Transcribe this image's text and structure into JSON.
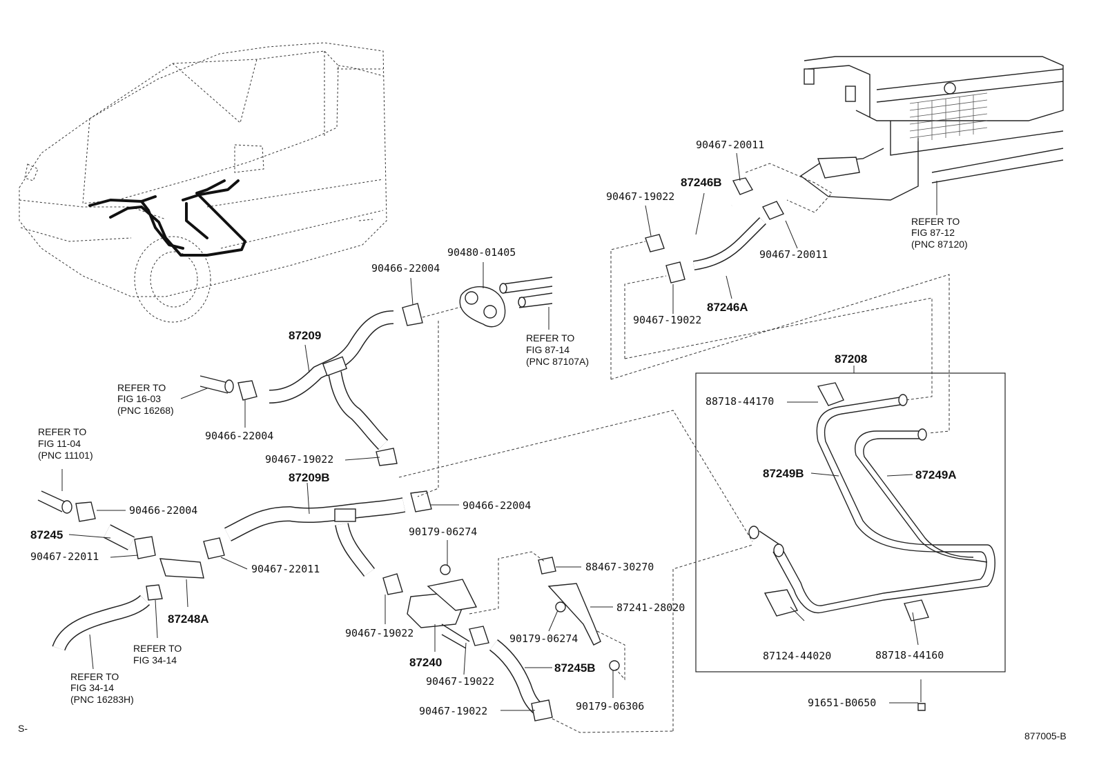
{
  "parts": {
    "p_90467_20011_a": "90467-20011",
    "p_87246B": "87246B",
    "p_90467_19022_a": "90467-19022",
    "p_90467_20011_b": "90467-20011",
    "p_90467_19022_b": "90467-19022",
    "p_87246A": "87246A",
    "p_90480_01405": "90480-01405",
    "p_90466_22004_a": "90466-22004",
    "p_87209": "87209",
    "p_90466_22004_b": "90466-22004",
    "p_90467_19022_c": "90467-19022",
    "p_87209B": "87209B",
    "p_90466_22004_c": "90466-22004",
    "p_90466_22004_d": "90466-22004",
    "p_87245": "87245",
    "p_90467_22011_a": "90467-22011",
    "p_90467_22011_b": "90467-22011",
    "p_87248A": "87248A",
    "p_90179_06274_a": "90179-06274",
    "p_90467_19022_d": "90467-19022",
    "p_87240": "87240",
    "p_90467_19022_e": "90467-19022",
    "p_87245B": "87245B",
    "p_90467_19022_f": "90467-19022",
    "p_88467_30270": "88467-30270",
    "p_87241_28020": "87241-28020",
    "p_90179_06274_b": "90179-06274",
    "p_90179_06306": "90179-06306",
    "p_87208": "87208",
    "p_88718_44170": "88718-44170",
    "p_87249B": "87249B",
    "p_87249A": "87249A",
    "p_87124_44020": "87124-44020",
    "p_88718_44160": "88718-44160",
    "p_91651_B0650": "91651-B0650"
  },
  "refs": {
    "r1": [
      "REFER TO",
      "FIG 87-12",
      "(PNC 87120)"
    ],
    "r2": [
      "REFER TO",
      "FIG 87-14",
      "(PNC 87107A)"
    ],
    "r3": [
      "REFER TO",
      "FIG 16-03",
      "(PNC 16268)"
    ],
    "r4": [
      "REFER TO",
      "FIG 11-04",
      "(PNC 11101)"
    ],
    "r5": [
      "REFER TO",
      "FIG 34-14"
    ],
    "r6": [
      "REFER TO",
      "FIG 34-14",
      "(PNC 16283H)"
    ]
  },
  "footer": {
    "left_mark": "S-",
    "diagram_code": "877005-B"
  }
}
